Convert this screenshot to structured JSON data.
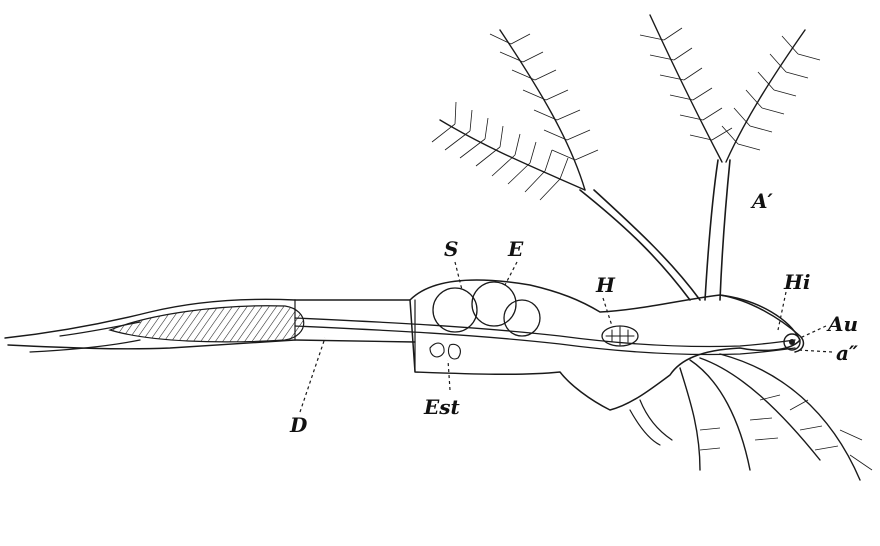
{
  "labels": {
    "antennule": "A′",
    "hi": "Hi",
    "au": "Au",
    "second_antenna": "a″",
    "h": "H",
    "s": "S",
    "e": "E",
    "est": "Est",
    "d": "D"
  }
}
